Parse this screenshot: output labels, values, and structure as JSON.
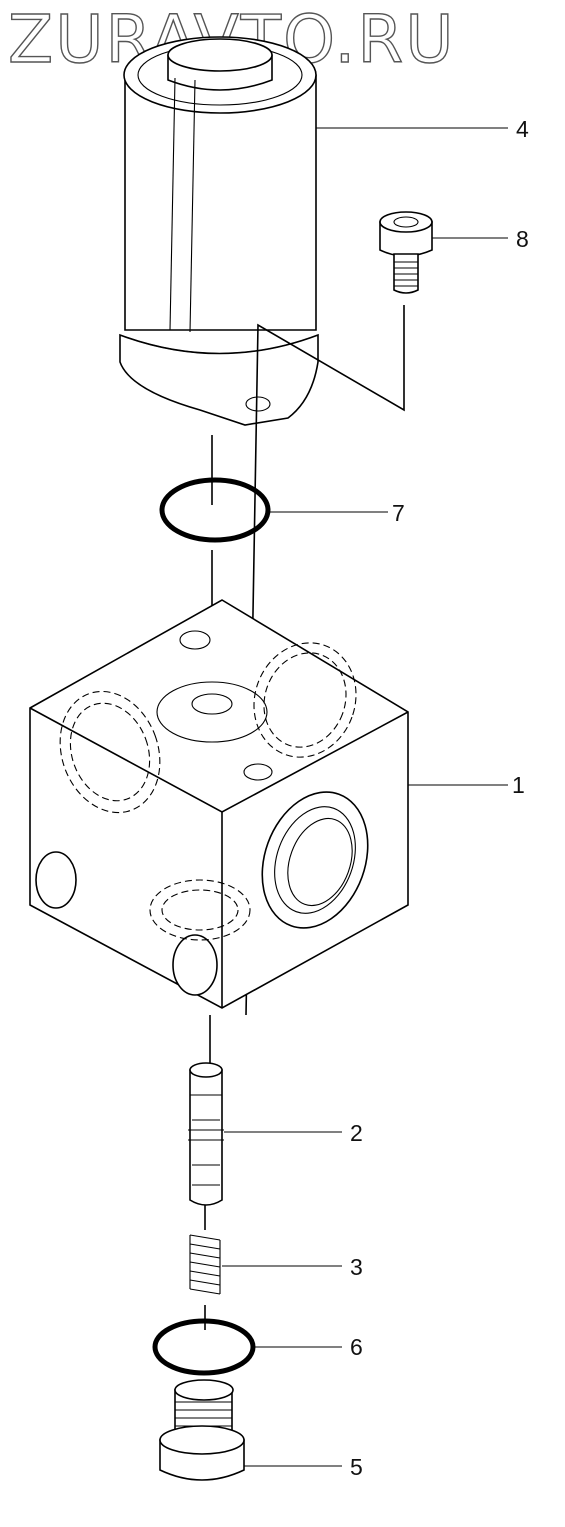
{
  "watermark": "ZURAVTO.RU",
  "callouts": {
    "part1": "1",
    "part2": "2",
    "part3": "3",
    "part4": "4",
    "part5": "5",
    "part6": "6",
    "part7": "7",
    "part8": "8"
  }
}
